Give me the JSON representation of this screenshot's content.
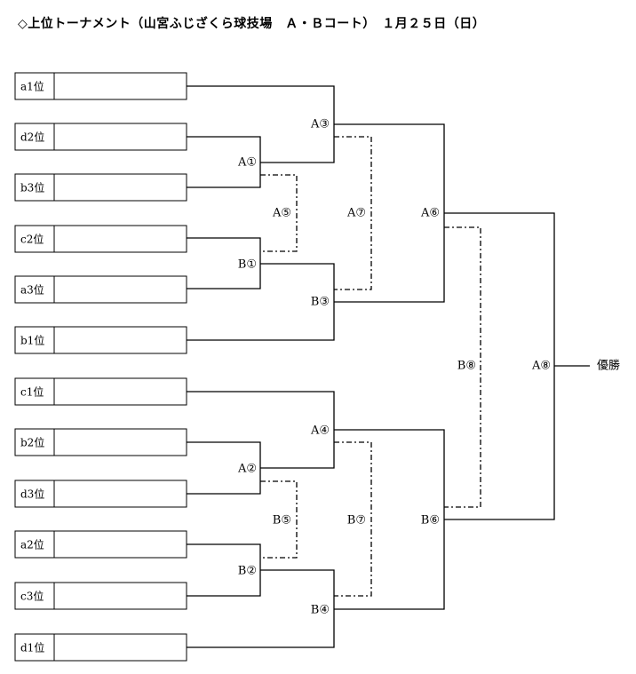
{
  "title": "◇上位トーナメント（山宮ふじざくら球技場　Ａ・Ｂコート）　１月２５日（日）",
  "seeds": [
    "a1位",
    "d2位",
    "b3位",
    "c2位",
    "a3位",
    "b1位",
    "c1位",
    "b2位",
    "d3位",
    "a2位",
    "c3位",
    "d1位"
  ],
  "matches": {
    "A1": "A①",
    "B1": "B①",
    "A2": "A②",
    "B2": "B②",
    "A3": "A③",
    "B3": "B③",
    "A4": "A④",
    "B4": "B④",
    "A5": "A⑤",
    "B5": "B⑤",
    "A7": "A⑦",
    "B7": "B⑦",
    "A6": "A⑥",
    "B6": "B⑥",
    "B8": "B⑧",
    "A8": "A⑧"
  },
  "champion": "優勝"
}
